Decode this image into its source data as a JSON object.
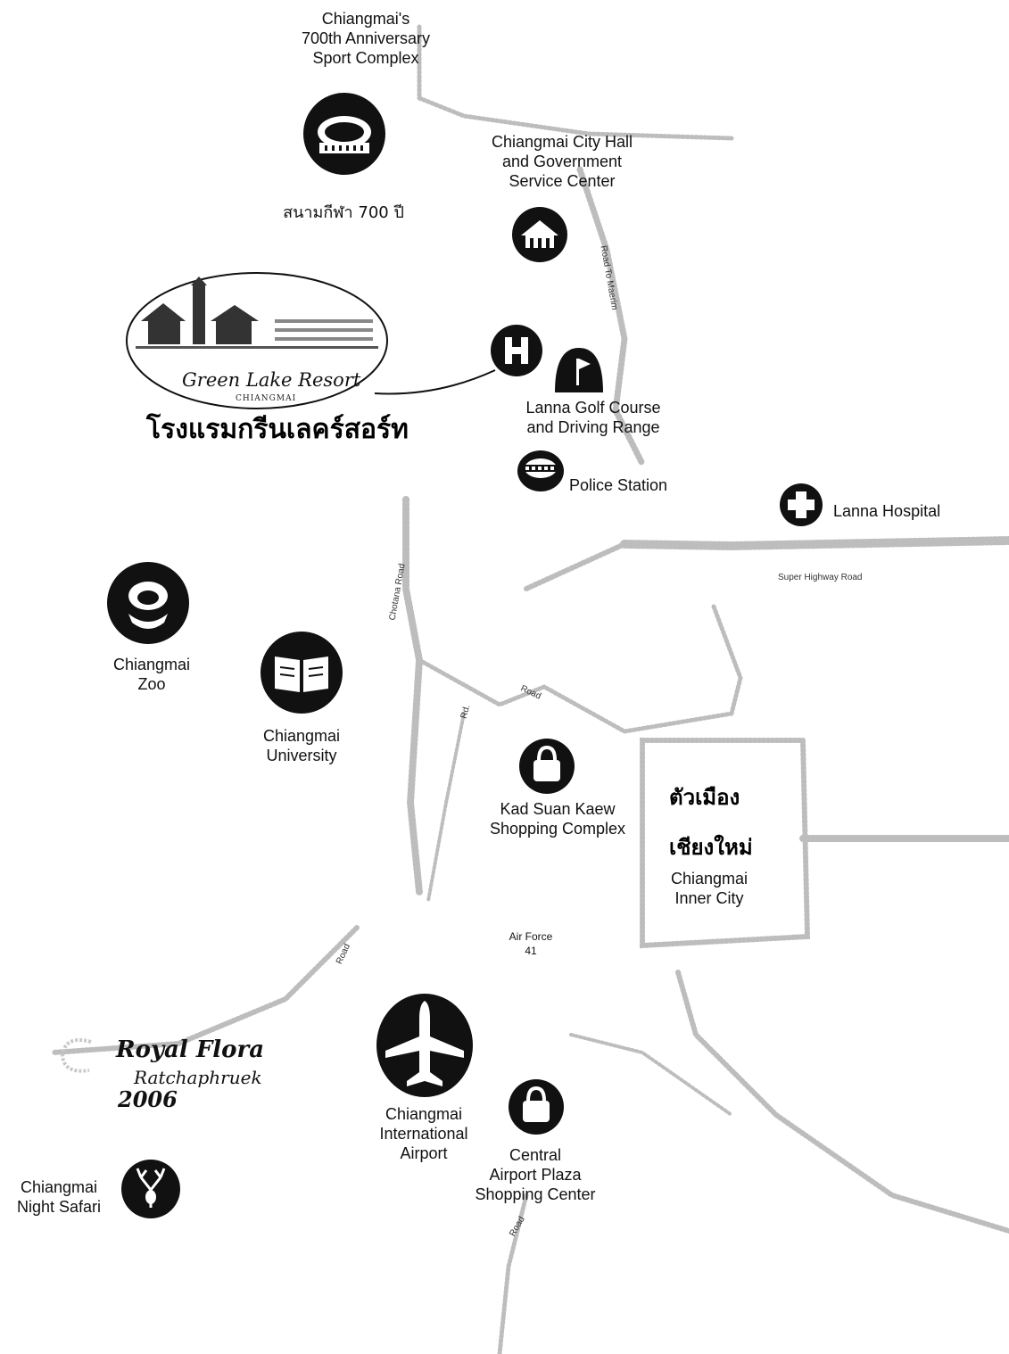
{
  "landmarks": {
    "sport_complex": "Chiangmai's\n700th Anniversary\nSport Complex",
    "sport_complex_thai": "สนามกีฬา 700 ปี",
    "city_hall": "Chiangmai City Hall\nand Government\nService Center",
    "resort_name": "Green Lake Resort",
    "resort_city": "CHIANGMAI",
    "resort_thai": "โรงแรมกรีนเลคร์สอร์ท",
    "golf": "Lanna Golf Course\nand Driving Range",
    "police": "Police Station",
    "lanna_hospital": "Lanna Hospital",
    "zoo": "Chiangmai\nZoo",
    "university": "Chiangmai\nUniversity",
    "kad_suan_kaew": "Kad Suan Kaew\nShopping Complex",
    "inner_city_thai_1": "ตัวเมือง",
    "inner_city_thai_2": "เชียงใหม่",
    "inner_city": "Chiangmai\nInner City",
    "air_force": "Air Force\n41",
    "airport": "Chiangmai\nInternational\nAirport",
    "central_plaza": "Central\nAirport Plaza\nShopping Center",
    "night_safari": "Chiangmai\nNight Safari",
    "royal_flora_1": "Royal Flora",
    "royal_flora_2": "Ratchaphruek",
    "royal_flora_3": "2006"
  },
  "roads": {
    "super_highway": "Super Highway Road",
    "road_to_maerim": "Road To Maerim",
    "chotana": "Chotana Road",
    "road_1": "Road",
    "road_2": "Rd.",
    "road_3": "Road",
    "road_4": "Road"
  },
  "icons": {
    "sport_complex": "stadium-icon",
    "city_hall": "government-building-icon",
    "hospital": "hospital-icon",
    "golf": "golf-icon",
    "police": "police-icon",
    "lanna_hospital": "hospital-cross-icon",
    "zoo": "zoo-icon",
    "university": "university-book-icon",
    "kad_suan_kaew": "shopping-bag-icon",
    "airport": "airplane-icon",
    "central_plaza": "shopping-bag-icon",
    "night_safari": "deer-icon"
  },
  "colors": {
    "road": "#b9b9b9",
    "icon": "#111111"
  }
}
